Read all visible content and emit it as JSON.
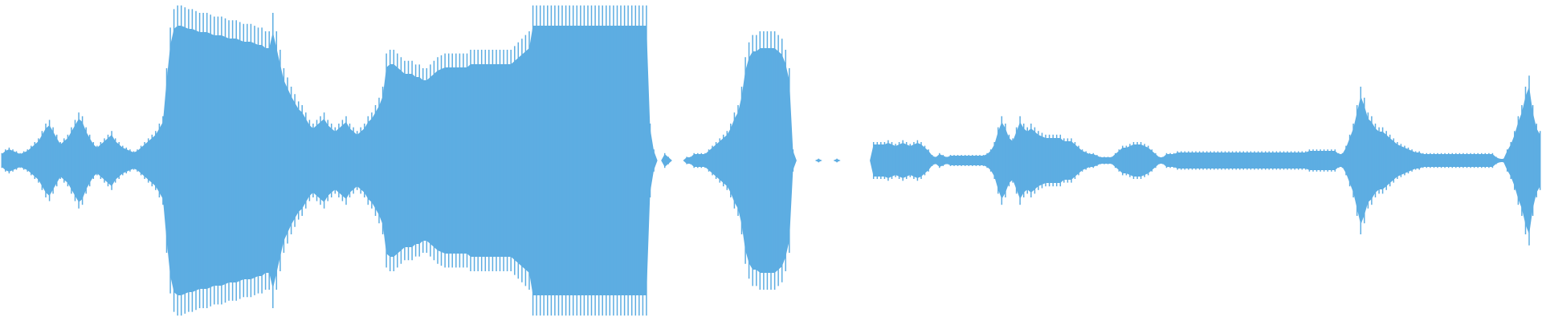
{
  "waveform": {
    "color": "#5DADE2",
    "amplitudes": [
      0.04,
      0.06,
      0.07,
      0.06,
      0.05,
      0.04,
      0.05,
      0.06,
      0.08,
      0.1,
      0.12,
      0.16,
      0.2,
      0.22,
      0.18,
      0.14,
      0.1,
      0.12,
      0.14,
      0.18,
      0.22,
      0.26,
      0.24,
      0.18,
      0.14,
      0.1,
      0.08,
      0.1,
      0.12,
      0.14,
      0.16,
      0.12,
      0.1,
      0.08,
      0.07,
      0.06,
      0.05,
      0.06,
      0.08,
      0.1,
      0.12,
      0.14,
      0.16,
      0.2,
      0.24,
      0.5,
      0.72,
      0.82,
      0.84,
      0.84,
      0.83,
      0.82,
      0.82,
      0.81,
      0.8,
      0.8,
      0.8,
      0.79,
      0.78,
      0.78,
      0.78,
      0.77,
      0.76,
      0.76,
      0.76,
      0.75,
      0.74,
      0.74,
      0.74,
      0.73,
      0.72,
      0.72,
      0.7,
      0.7,
      0.8,
      0.7,
      0.6,
      0.5,
      0.45,
      0.4,
      0.36,
      0.32,
      0.3,
      0.26,
      0.22,
      0.2,
      0.22,
      0.24,
      0.26,
      0.22,
      0.2,
      0.18,
      0.2,
      0.22,
      0.24,
      0.2,
      0.18,
      0.16,
      0.18,
      0.2,
      0.24,
      0.26,
      0.3,
      0.34,
      0.4,
      0.58,
      0.6,
      0.6,
      0.58,
      0.56,
      0.54,
      0.54,
      0.54,
      0.52,
      0.52,
      0.5,
      0.5,
      0.52,
      0.54,
      0.56,
      0.57,
      0.58,
      0.58,
      0.58,
      0.58,
      0.58,
      0.58,
      0.58,
      0.6,
      0.6,
      0.6,
      0.6,
      0.6,
      0.6,
      0.6,
      0.6,
      0.6,
      0.6,
      0.6,
      0.6,
      0.62,
      0.64,
      0.66,
      0.68,
      0.7,
      0.84,
      0.84,
      0.84,
      0.84,
      0.84,
      0.84,
      0.84,
      0.84,
      0.84,
      0.84,
      0.84,
      0.84,
      0.84,
      0.84,
      0.84,
      0.84,
      0.84,
      0.84,
      0.84,
      0.84,
      0.84,
      0.84,
      0.84,
      0.84,
      0.84,
      0.84,
      0.84,
      0.84,
      0.84,
      0.84,
      0.84,
      0.84,
      0.2,
      0.06,
      0.0,
      0.0,
      0.04,
      0.02,
      0.0,
      0.0,
      0.0,
      0.0,
      0.02,
      0.02,
      0.04,
      0.04,
      0.04,
      0.04,
      0.06,
      0.08,
      0.1,
      0.12,
      0.14,
      0.16,
      0.2,
      0.26,
      0.3,
      0.4,
      0.56,
      0.64,
      0.68,
      0.68,
      0.7,
      0.7,
      0.7,
      0.7,
      0.7,
      0.68,
      0.66,
      0.6,
      0.5,
      0.06,
      0.0,
      0.0,
      0.0,
      0.0,
      0.0,
      0.0,
      0.01,
      0.0,
      0.0,
      0.0,
      0.0,
      0.01,
      0.0,
      0.0,
      0.0,
      0.0,
      0.0,
      0.0,
      0.0,
      0.0,
      0.0,
      0.1,
      0.1,
      0.1,
      0.1,
      0.11,
      0.1,
      0.09,
      0.1,
      0.11,
      0.1,
      0.09,
      0.1,
      0.11,
      0.1,
      0.08,
      0.06,
      0.03,
      0.02,
      0.04,
      0.03,
      0.02,
      0.03,
      0.03,
      0.03,
      0.03,
      0.03,
      0.03,
      0.03,
      0.03,
      0.03,
      0.03,
      0.04,
      0.06,
      0.1,
      0.18,
      0.24,
      0.2,
      0.14,
      0.12,
      0.18,
      0.24,
      0.2,
      0.18,
      0.2,
      0.18,
      0.16,
      0.15,
      0.14,
      0.14,
      0.14,
      0.14,
      0.14,
      0.12,
      0.12,
      0.12,
      0.1,
      0.08,
      0.06,
      0.05,
      0.04,
      0.04,
      0.03,
      0.02,
      0.02,
      0.02,
      0.02,
      0.04,
      0.06,
      0.08,
      0.08,
      0.09,
      0.1,
      0.1,
      0.1,
      0.09,
      0.08,
      0.06,
      0.04,
      0.02,
      0.02,
      0.04,
      0.04,
      0.04,
      0.05,
      0.05,
      0.05,
      0.05,
      0.05,
      0.05,
      0.05,
      0.05,
      0.05,
      0.05,
      0.05,
      0.05,
      0.05,
      0.05,
      0.05,
      0.05,
      0.05,
      0.05,
      0.05,
      0.05,
      0.05,
      0.05,
      0.05,
      0.05,
      0.05,
      0.05,
      0.05,
      0.05,
      0.05,
      0.05,
      0.05,
      0.05,
      0.05,
      0.05,
      0.05,
      0.05,
      0.06,
      0.06,
      0.06,
      0.06,
      0.06,
      0.06,
      0.06,
      0.06,
      0.04,
      0.04,
      0.08,
      0.14,
      0.2,
      0.3,
      0.4,
      0.34,
      0.26,
      0.24,
      0.2,
      0.18,
      0.18,
      0.16,
      0.14,
      0.12,
      0.1,
      0.09,
      0.08,
      0.07,
      0.06,
      0.05,
      0.05,
      0.04,
      0.04,
      0.04,
      0.04,
      0.04,
      0.04,
      0.04,
      0.04,
      0.04,
      0.04,
      0.04,
      0.04,
      0.04,
      0.04,
      0.04,
      0.04,
      0.04,
      0.04,
      0.04,
      0.04,
      0.02,
      0.01,
      0.01,
      0.06,
      0.1,
      0.16,
      0.24,
      0.3,
      0.4,
      0.46,
      0.3,
      0.2,
      0.16
    ]
  }
}
